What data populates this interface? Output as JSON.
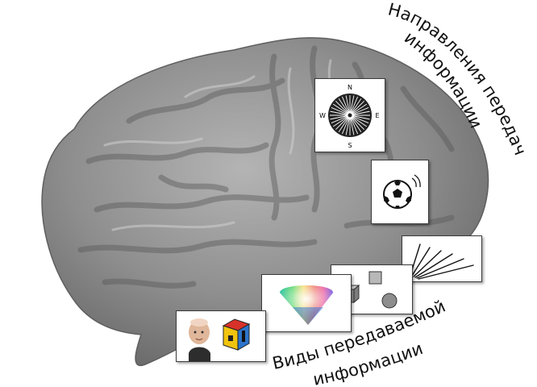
{
  "labels": {
    "top_line1": "Направления передачи",
    "top_line2": "информации",
    "bottom_line1": "Виды передаваемой",
    "bottom_line2": "информации"
  },
  "compass": {
    "north": "N",
    "south": "S",
    "east": "E",
    "west": "W"
  },
  "colors": {
    "brain_fill": "#8c8c8c",
    "card_border": "#3a3a3a",
    "cube_top": "#d7322a",
    "cube_left": "#f1c40f",
    "cube_right": "#2c74c9"
  }
}
